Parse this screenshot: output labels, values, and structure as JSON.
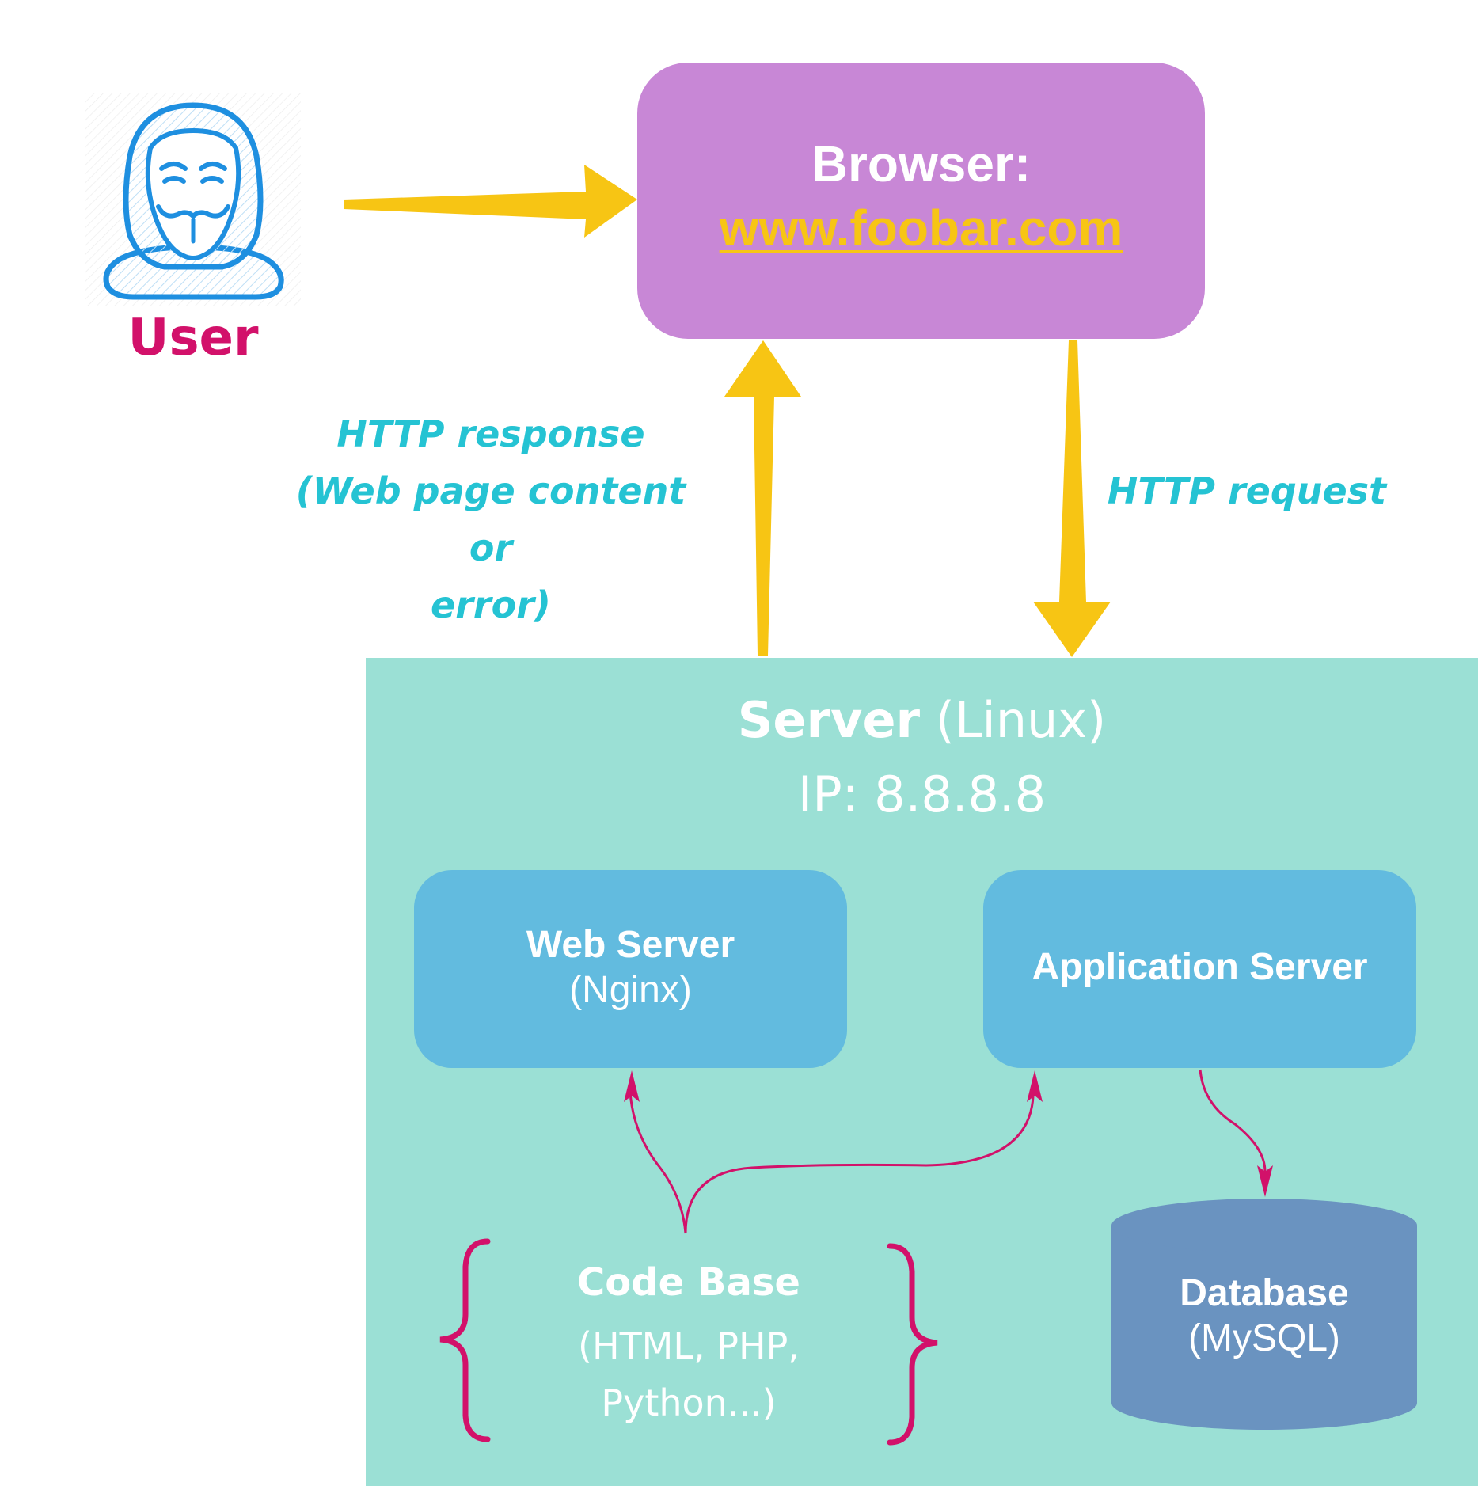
{
  "user": {
    "label": "User"
  },
  "browser": {
    "title": "Browser:",
    "url": "www.foobar.com"
  },
  "http": {
    "response_line1": "HTTP response",
    "response_line2": "(Web page content or",
    "response_line3": "error)",
    "request": "HTTP request"
  },
  "server": {
    "title_bold": "Server",
    "title_rest": " (Linux)",
    "ip": "IP: 8.8.8.8"
  },
  "web_server": {
    "title": "Web Server",
    "subtitle": "(Nginx)"
  },
  "app_server": {
    "title": "Application Server"
  },
  "code_base": {
    "title": "Code Base",
    "line1": "(HTML, PHP,",
    "line2": "Python...)"
  },
  "database": {
    "title": "Database",
    "subtitle": "(MySQL)"
  },
  "colors": {
    "browser": "#c887d6",
    "url": "#f7c514",
    "arrow": "#f7c514",
    "http_text": "#25c3d3",
    "server": "#9be0d5",
    "inner_box": "#62bbdf",
    "database": "#6a93c0",
    "user_text": "#d2116a",
    "connector": "#d2116a",
    "user_icon": "#1e8fe0"
  }
}
